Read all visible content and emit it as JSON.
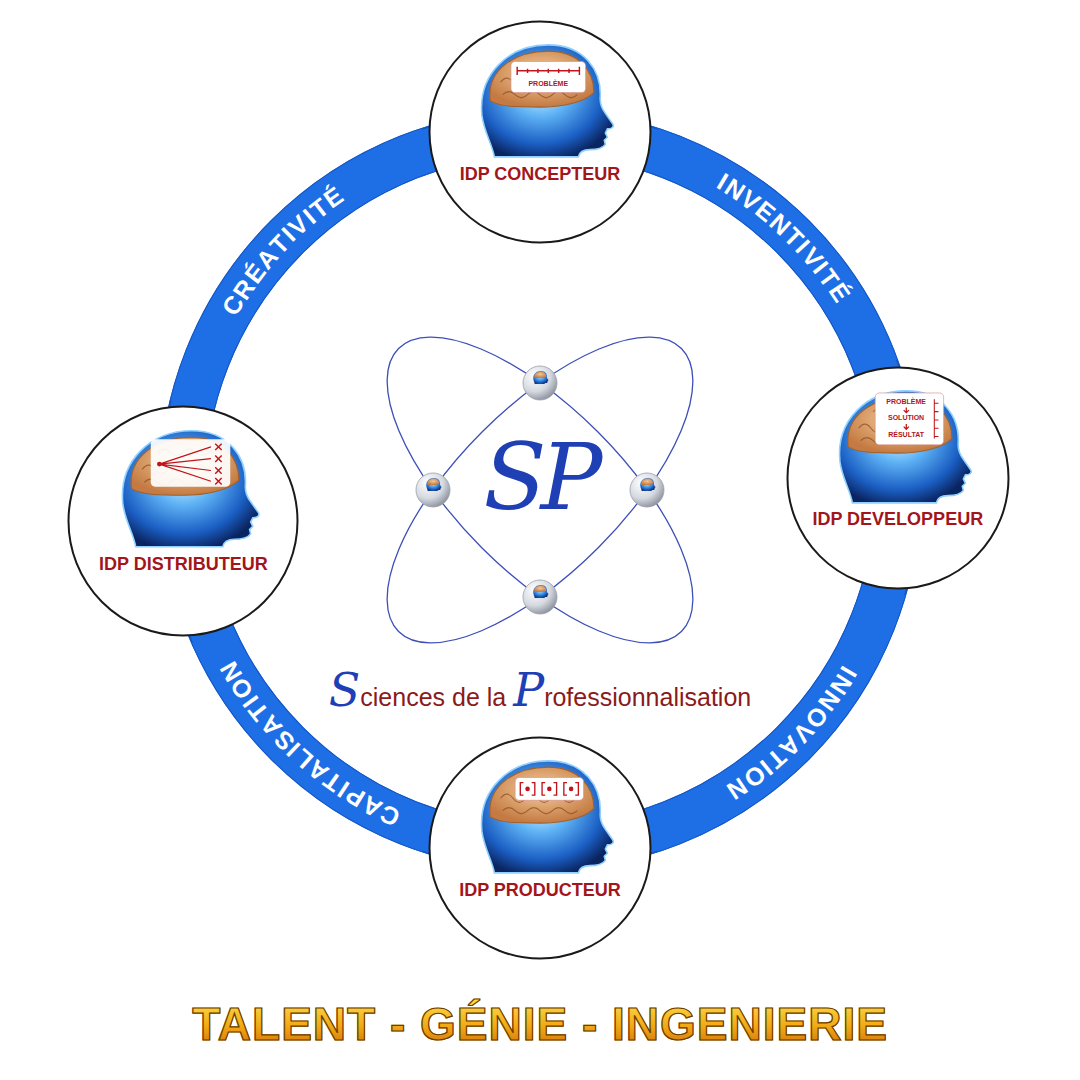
{
  "diagram": {
    "caption": "TALENT - GÉNIE - INGENIERIE",
    "nodes": [
      {
        "text": [
          "IDP CONCEPTEUR"
        ]
      },
      {
        "text": [
          "IDP DEVELOPPEUR"
        ]
      },
      {
        "text": [
          "IDP PRODUCTEUR"
        ]
      },
      {
        "text": [
          "IDP DISTRIBUTEUR"
        ]
      }
    ],
    "edges": [
      {
        "from": 3,
        "to": 0,
        "arrow": "none",
        "label": "CRÉATIVITÉ"
      },
      {
        "from": 0,
        "to": 1,
        "arrow": "none",
        "label": "INVENTIVITÉ"
      },
      {
        "from": 1,
        "to": 2,
        "arrow": "none",
        "label": "INNOVATION"
      },
      {
        "from": 2,
        "to": 3,
        "arrow": "none",
        "label": "CAPITALISATION"
      }
    ],
    "labels": [
      "PROBLÈME",
      "PROBLÈME",
      "SOLUTION",
      "RÉSULTAT",
      "SP",
      "Sciences de la Professionnalisation"
    ]
  }
}
